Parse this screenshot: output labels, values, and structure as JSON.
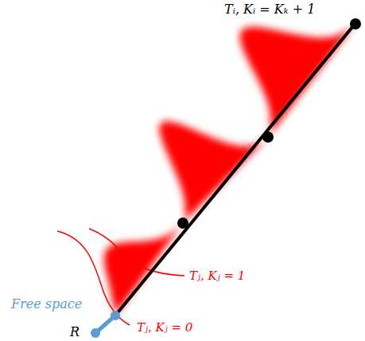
{
  "diagram": {
    "labels": [
      "Tᵢ, Kᵢ = Kₖ + 1",
      "Free space",
      "R",
      "Tⱼ, Kⱼ = 1",
      "Tⱼ, Kⱼ = 0"
    ]
  }
}
